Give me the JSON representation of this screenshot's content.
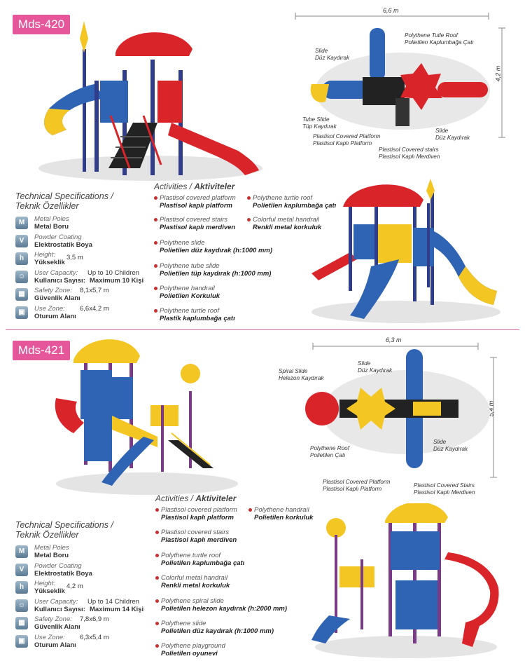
{
  "products": [
    {
      "model": "Mds-420",
      "spec_title_en": "Technical Specifications /",
      "spec_title_tr": "Teknik Özellikler",
      "specs": [
        {
          "icon": "metal-pole-icon",
          "glyph": "M",
          "k1": "Metal Poles",
          "k2": "Metal Boru",
          "v": ""
        },
        {
          "icon": "powder-coating-icon",
          "glyph": "V",
          "k1": "Powder Coating",
          "k2": "Elektrostatik Boya",
          "v": ""
        },
        {
          "icon": "height-icon",
          "glyph": "h",
          "k1": "Height:",
          "k2": "Yükseklik",
          "v": "3,5 m"
        },
        {
          "icon": "user-capacity-icon",
          "glyph": "☺",
          "k1": "User Capacity:",
          "k2": "Kullanıcı Sayısı:",
          "v1": "Up to 10 Children",
          "v2": "Maximum 10 Kişi"
        },
        {
          "icon": "safety-zone-icon",
          "glyph": "▦",
          "k1": "Safety Zone:",
          "k2": "Güvenlik Alanı",
          "v": "8,1x5,7 m"
        },
        {
          "icon": "use-zone-icon",
          "glyph": "▣",
          "k1": "Use Zone:",
          "k2": "Oturum Alanı",
          "v": "6,6x4,2 m"
        }
      ],
      "activities_title_en": "Activities / ",
      "activities_title_tr": "Aktiviteler",
      "activities_left": [
        {
          "en": "Plastisol covered platform",
          "tr": "Plastisol kaplı platform"
        },
        {
          "en": "Plastisol covered stairs",
          "tr": "Plastisol kaplı merdiven"
        },
        {
          "en": "Polythene slide",
          "tr": "Polietilen düz kaydırak (h:1000 mm)"
        },
        {
          "en": "Polythene tube slide",
          "tr": "Polietilen tüp kaydırak (h:1000 mm)"
        },
        {
          "en": "Polythene handrail",
          "tr": "Polietilen Korkuluk"
        },
        {
          "en": "Polythene turtle roof",
          "tr": "Plastik kaplumbağa çatı"
        }
      ],
      "activities_right": [
        {
          "en": "Polythene turtle roof",
          "tr": "Polietilen kaplumbağa çatı"
        },
        {
          "en": "Colorful metal handrail",
          "tr": "Renkli metal korkuluk"
        }
      ],
      "dim_width": "6,6 m",
      "dim_depth": "4,2 m",
      "plan_labels": [
        {
          "l1": "Polythene Tutle Roof",
          "l2": "Polietilen Kaplumbağa Çatı"
        },
        {
          "l1": "Slide",
          "l2": "Düz Kaydırak"
        },
        {
          "l1": "Tube Slide",
          "l2": "Tüp Kaydırak"
        },
        {
          "l1": "Plastisol Covered Platform",
          "l2": "Plastisol Kaplı Platform"
        },
        {
          "l1": "Slide",
          "l2": "Düz Kaydırak"
        },
        {
          "l1": "Plastisol Covered stairs",
          "l2": "Plastisol Kaplı Merdiven"
        }
      ]
    },
    {
      "model": "Mds-421",
      "spec_title_en": "Technical Specifications /",
      "spec_title_tr": "Teknik Özellikler",
      "specs": [
        {
          "icon": "metal-pole-icon",
          "glyph": "M",
          "k1": "Metal Poles",
          "k2": "Metal Boru",
          "v": ""
        },
        {
          "icon": "powder-coating-icon",
          "glyph": "V",
          "k1": "Powder Coating",
          "k2": "Elektrostatik Boya",
          "v": ""
        },
        {
          "icon": "height-icon",
          "glyph": "h",
          "k1": "Height:",
          "k2": "Yükseklik",
          "v": "4,2 m"
        },
        {
          "icon": "user-capacity-icon",
          "glyph": "☺",
          "k1": "User Capacity:",
          "k2": "Kullanıcı Sayısı:",
          "v1": "Up to 14 Children",
          "v2": "Maximum 14 Kişi"
        },
        {
          "icon": "safety-zone-icon",
          "glyph": "▦",
          "k1": "Safety Zone:",
          "k2": "Güvenlik Alanı",
          "v": "7,8x6,9 m"
        },
        {
          "icon": "use-zone-icon",
          "glyph": "▣",
          "k1": "Use Zone:",
          "k2": "Oturum Alanı",
          "v": "6,3x5,4 m"
        }
      ],
      "activities_title_en": "Activities / ",
      "activities_title_tr": "Aktiviteler",
      "activities_left": [
        {
          "en": "Plastisol covered platform",
          "tr": "Plastisol kaplı platform"
        },
        {
          "en": "Plastisol covered stairs",
          "tr": "Plastisol kaplı merdiven"
        },
        {
          "en": "Polythene turtle roof",
          "tr": "Polietilen kaplumbağa çatı"
        },
        {
          "en": "Colorful metal handrail",
          "tr": "Renkli metal korkuluk"
        },
        {
          "en": "Polythene spiral slide",
          "tr": "Polietilen helezon kaydırak (h:2000 mm)"
        },
        {
          "en": "Polythene slide",
          "tr": "Polietilen düz kaydırak (h:1000 mm)"
        },
        {
          "en": "Polythene playground",
          "tr": "Polietilen oyunevi"
        }
      ],
      "activities_right": [
        {
          "en": "Polythene handrail",
          "tr": "Polietilen korkuluk"
        }
      ],
      "dim_width": "6,3 m",
      "dim_depth": "5,4 m",
      "plan_labels": [
        {
          "l1": "Slide",
          "l2": "Düz Kaydırak"
        },
        {
          "l1": "Spiral Slide",
          "l2": "Helezon Kaydırak"
        },
        {
          "l1": "Polythene Roof",
          "l2": "Polietilen Çatı"
        },
        {
          "l1": "Slide",
          "l2": "Düz Kaydırak"
        },
        {
          "l1": "Plastisol Covered Platform",
          "l2": "Plastisol Kaplı Platform"
        },
        {
          "l1": "Plastisol Covered Stairs",
          "l2": "Plastisol Kaplı Merdiven"
        }
      ]
    }
  ],
  "colors": {
    "accent": "#e6569a",
    "bullet": "#c8312f",
    "red": "#d9242a",
    "blue": "#2f64b5",
    "yellow": "#f3c623",
    "purple": "#7a3b86"
  }
}
